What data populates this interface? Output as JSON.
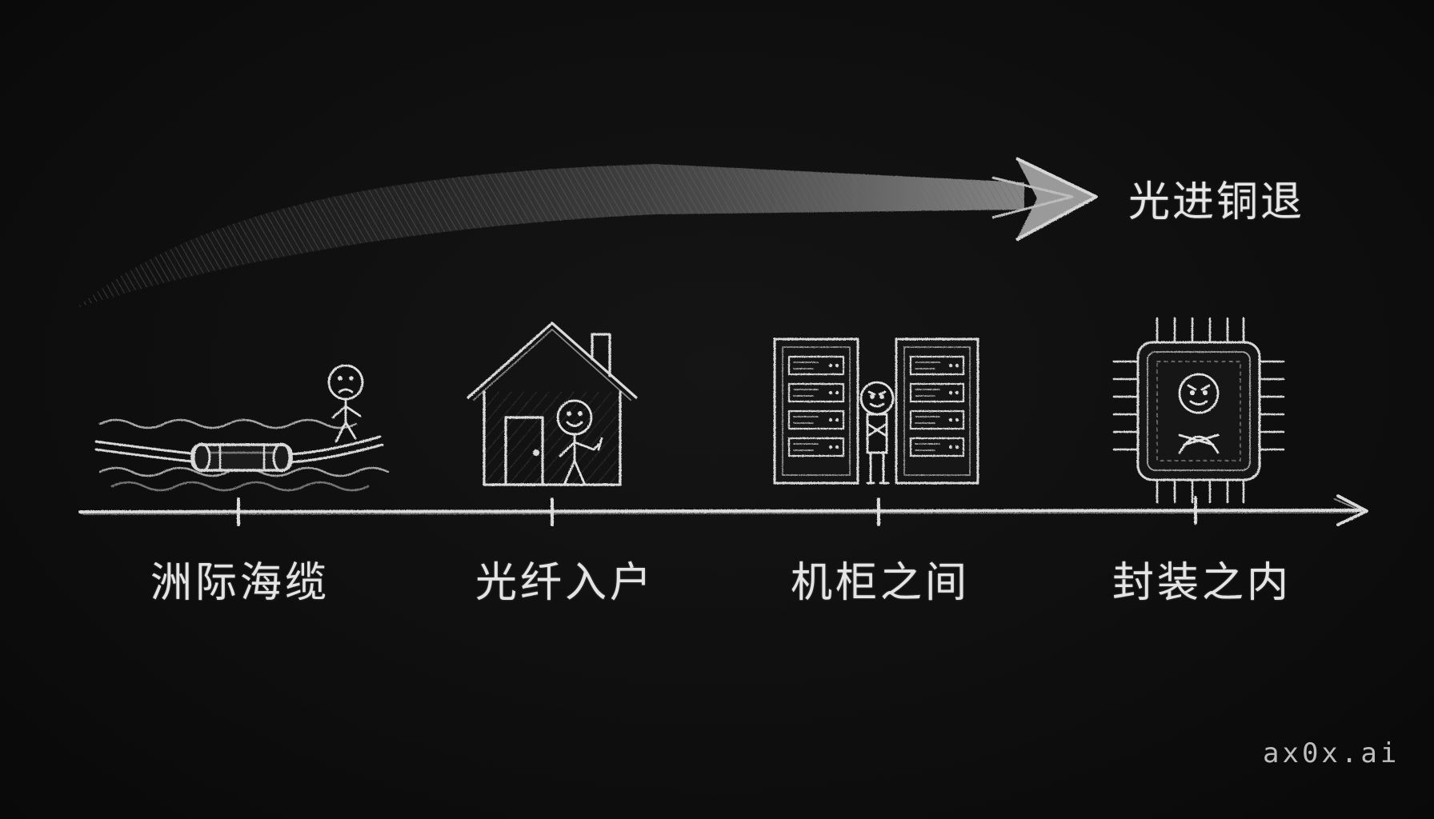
{
  "trend": {
    "label": "光进铜退"
  },
  "stages": [
    {
      "label": "洲际海缆",
      "icon": "undersea-cable-icon"
    },
    {
      "label": "光纤入户",
      "icon": "house-icon"
    },
    {
      "label": "机柜之间",
      "icon": "server-rack-icon"
    },
    {
      "label": "封装之内",
      "icon": "chip-package-icon"
    }
  ],
  "watermark": "ax0x.ai",
  "colors": {
    "background": "#101010",
    "chalk": "#e4e4e4"
  }
}
